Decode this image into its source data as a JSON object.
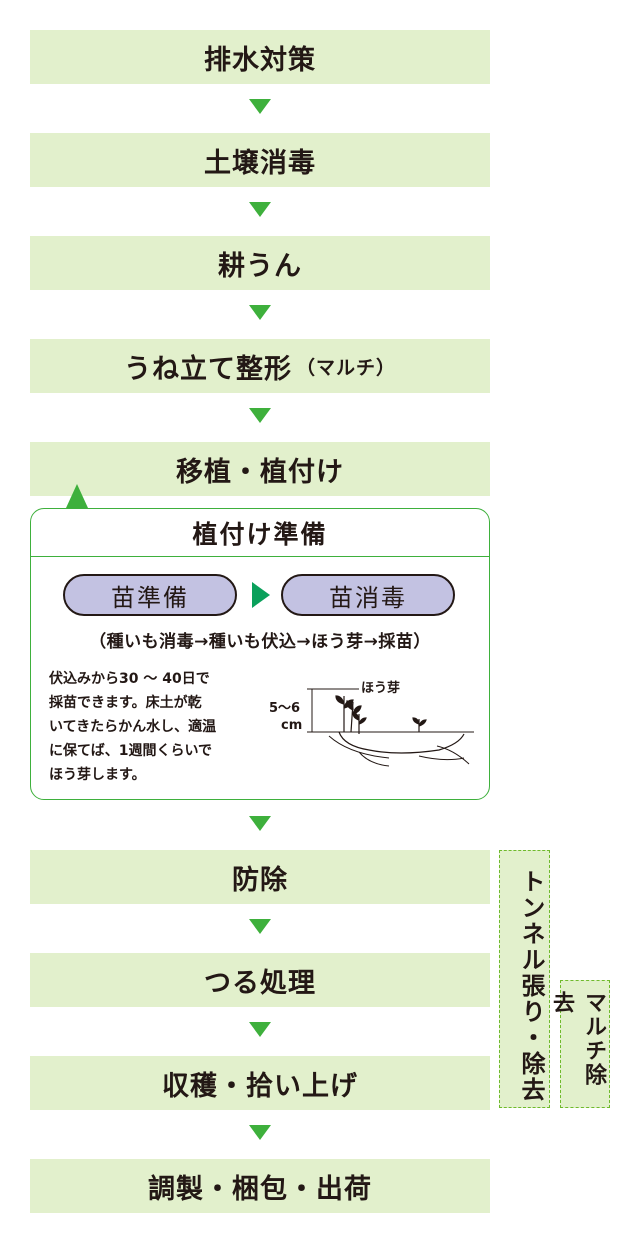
{
  "steps": [
    {
      "label": "排水対策"
    },
    {
      "label": "土壌消毒"
    },
    {
      "label": "耕うん"
    },
    {
      "label": "うね立て整形",
      "sub": "（マルチ）"
    },
    {
      "label": "移植・植付け"
    },
    {
      "label": "防除"
    },
    {
      "label": "つる処理"
    },
    {
      "label": "収穫・拾い上げ"
    },
    {
      "label": "調製・梱包・出荷"
    }
  ],
  "planting_prep": {
    "title": "植付け準備",
    "pill_left": "苗準備",
    "pill_right": "苗消毒",
    "process": "（種いも消毒→種いも伏込→ほう芽→採苗）",
    "description_lines": [
      "伏込みから30 ～ 40日で",
      "採苗できます。床土が乾",
      "いてきたらかん水し、適温",
      "に保てば、1週間くらいで",
      "ほう芽します。"
    ],
    "illustration": {
      "label_sprout": "ほう芽",
      "label_depth_1": "5～6",
      "label_depth_2": "cm"
    }
  },
  "side_labels": {
    "tunnel": "トンネル張り・除去",
    "mulch": "マルチ除去"
  },
  "colors": {
    "step_bg": "#e2f0cc",
    "arrow": "#3eb03c",
    "pill": "#c3c2e2",
    "play_arrow": "#0aa05b",
    "text": "#231815"
  }
}
